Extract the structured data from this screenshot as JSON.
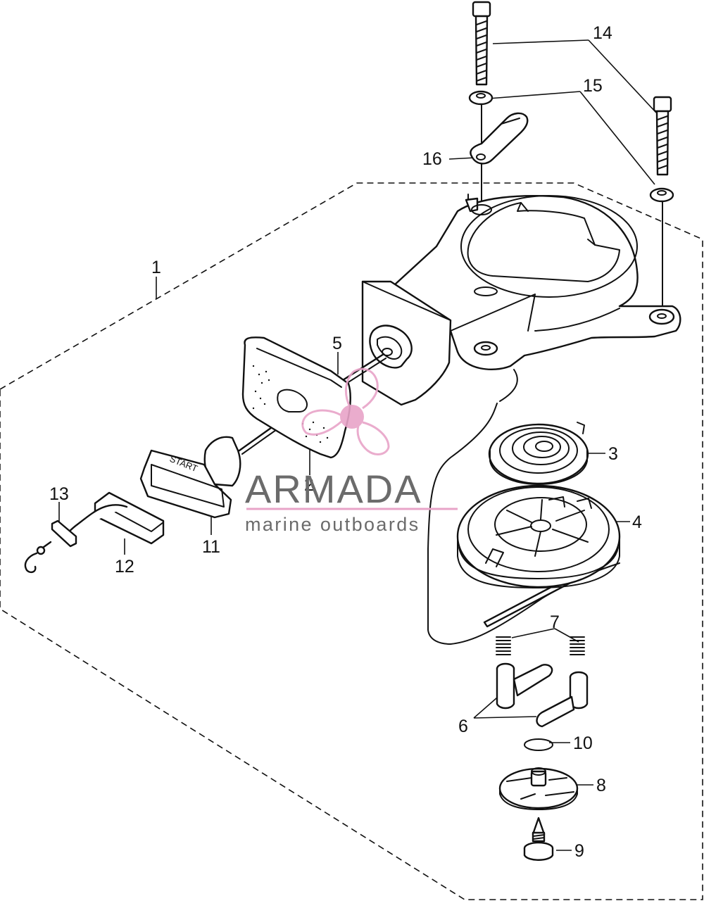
{
  "callouts": {
    "c1": "1",
    "c2": "2",
    "c3": "3",
    "c4": "4",
    "c5": "5",
    "c6": "6",
    "c7": "7",
    "c8": "8",
    "c9": "9",
    "c10": "10",
    "c11": "11",
    "c12": "12",
    "c13": "13",
    "c14": "14",
    "c15": "15",
    "c16": "16"
  },
  "handle_text": "START",
  "watermark": {
    "brand": "ARMADA",
    "tagline": "marine outboards",
    "logo_icon": "propeller-icon",
    "brand_color": "#e8a4c8",
    "text_color": "#6b6b6b"
  }
}
